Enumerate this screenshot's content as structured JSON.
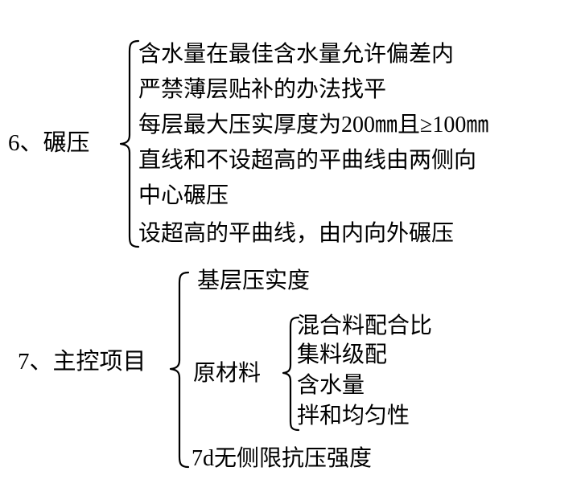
{
  "diagram": {
    "type": "bracket-outline",
    "groups": [
      {
        "id": "group-6",
        "label": "6、碾压",
        "items": [
          "含水量在最佳含水量允许偏差内",
          "严禁薄层贴补的办法找平",
          "每层最大压实厚度为200㎜且≥100㎜",
          "直线和不设超高的平曲线由两侧向",
          "中心碾压",
          "设超高的平曲线，由内向外碾压"
        ]
      },
      {
        "id": "group-7",
        "label": "7、主控项目",
        "items": [
          "基层压实度",
          "7d无侧限抗压强度"
        ],
        "subgroup": {
          "label": "原材料",
          "items": [
            "混合料配合比",
            "集料级配",
            "含水量",
            "拌和均匀性"
          ]
        }
      }
    ]
  }
}
